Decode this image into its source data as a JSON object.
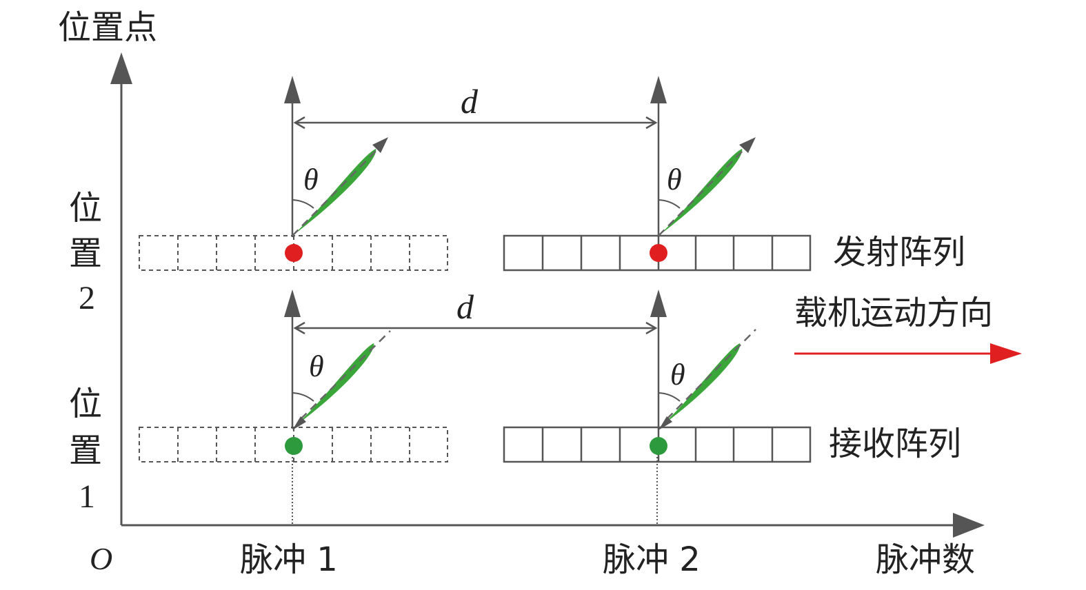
{
  "axes": {
    "y_label": "位置点",
    "x_label": "脉冲数",
    "origin": "O"
  },
  "rows": {
    "position2_label": [
      "位",
      "置",
      "2"
    ],
    "position1_label": [
      "位",
      "置",
      "1"
    ]
  },
  "pulses": [
    "脉冲 1",
    "脉冲 2"
  ],
  "arrays": {
    "transmit": "发射阵列",
    "receive": "接收阵列"
  },
  "spacing_label": "d",
  "angle_label": "θ",
  "motion_label": "载机运动方向",
  "colors": {
    "axis": "#555555",
    "beam": "#3aa63a",
    "beam_dash": "#666666",
    "transmit_dot": "#e02020",
    "receive_dot": "#2e9a3e",
    "motion_arrow": "#e02020"
  }
}
